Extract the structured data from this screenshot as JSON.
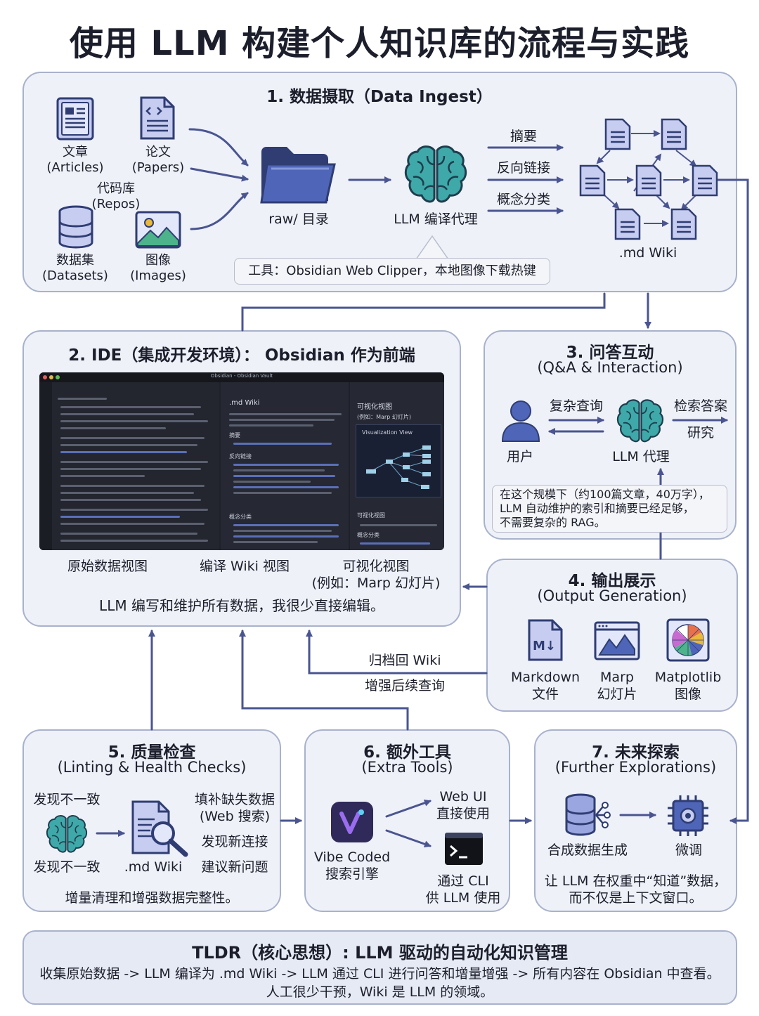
{
  "title": "使用 LLM 构建个人知识库的流程与实践",
  "colors": {
    "panel_bg": "#eef1f8",
    "panel_border": "#a9b2cc",
    "arrow": "#4a5590",
    "brain": "#3fa9a9",
    "icon_dark": "#2f3d73",
    "icon_light": "#c7cdf0"
  },
  "ingest": {
    "title": "1. 数据摄取（Data Ingest）",
    "sources": {
      "articles": "文章\n(Articles)",
      "papers": "论文\n(Papers)",
      "repos": "代码库\n(Repos)",
      "datasets": "数据集\n(Datasets)",
      "images": "图像\n(Images)"
    },
    "raw_dir": "raw/ 目录",
    "llm_agent": "LLM 编译代理",
    "ops": [
      "摘要",
      "反向链接",
      "概念分类"
    ],
    "wiki": ".md Wiki",
    "tools": "工具：Obsidian Web Clipper，本地图像下载热键"
  },
  "ide": {
    "title": "2. IDE（集成开发环境）： Obsidian 作为前端",
    "screenshot": {
      "window_title": "Obsidian - Obsidian Vault",
      "pane2_title": ".md Wiki",
      "pane2_h1": "摘要",
      "pane2_h2": "反向链接",
      "pane2_h3": "概念分类",
      "pane3_title": "可视化视图",
      "pane3_sub": "(例如：Marp 幻灯片)",
      "pane3_card": "Visualization View",
      "pane3_h1": "可视化视图",
      "pane3_h2": "概念分类"
    },
    "views": [
      "原始数据视图",
      "编译 Wiki 视图",
      "可视化视图\n(例如：Marp 幻灯片)"
    ],
    "footer": "LLM 编写和维护所有数据，我很少直接编辑。"
  },
  "qa": {
    "title": "3. 问答互动",
    "subtitle": "(Q&A & Interaction)",
    "user": "用户",
    "complex_query": "复杂查询",
    "agent": "LLM 代理",
    "retrieve": "检索答案",
    "research": "研究",
    "note": "在这个规模下（约100篇文章，40万字），\nLLM 自动维护的索引和摘要已经足够，\n不需要复杂的 RAG。"
  },
  "output": {
    "title": "4. 输出展示",
    "subtitle": "(Output Generation)",
    "items": [
      "Markdown\n文件",
      "Marp\n幻灯片",
      "Matplotlib\n图像"
    ]
  },
  "feedback": {
    "archive": "归档回 Wiki",
    "enhance": "增强后续查询"
  },
  "lint": {
    "title": "5. 质量检查",
    "subtitle": "(Linting & Health Checks)",
    "inconsistent_top": "发现不一致",
    "inconsistent_bottom": "发现不一致",
    "wiki": ".md Wiki",
    "fill": "填补缺失数据\n(Web 搜索)",
    "connect": "发现新连接",
    "suggest": "建议新问题",
    "footer": "增量清理和增强数据完整性。"
  },
  "tools": {
    "title": "6. 额外工具",
    "subtitle": "(Extra Tools)",
    "engine": "Vibe Coded\n搜索引擎",
    "webui": "Web UI\n直接使用",
    "cli": "通过 CLI\n供 LLM 使用"
  },
  "future": {
    "title": "7. 未来探索",
    "subtitle": "(Further Explorations)",
    "synthetic": "合成数据生成",
    "finetune": "微调",
    "footer": "让 LLM 在权重中“知道”数据，\n而不仅是上下文窗口。"
  },
  "tldr": {
    "title": "TLDR（核心思想）: LLM 驱动的自动化知识管理",
    "line1": "收集原始数据 -> LLM 编译为 .md Wiki -> LLM 通过 CLI 进行问答和增量增强 -> 所有内容在 Obsidian 中查看。",
    "line2": "人工很少干预，Wiki 是 LLM 的领域。"
  }
}
